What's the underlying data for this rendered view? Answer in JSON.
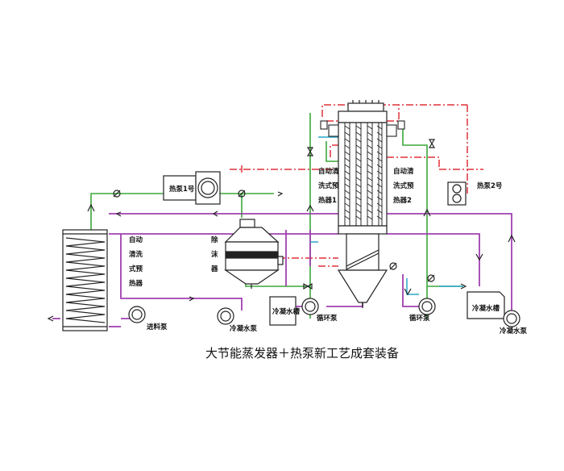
{
  "caption": "大节能蒸发器＋热泵新工艺成套装备",
  "labels": {
    "heat_pump_1": "热泵1号",
    "heat_pump_2": "热泵2号",
    "auto_clean_left_1": "自动",
    "auto_clean_left_2": "清洗",
    "auto_clean_left_3": "式预",
    "auto_clean_left_4": "热器",
    "auto_clean_mid_1": "自动清",
    "auto_clean_mid_2": "洗式预",
    "auto_clean_mid_3": "热器1",
    "auto_clean_right_1": "自动清",
    "auto_clean_right_2": "洗式预",
    "auto_clean_right_3": "热器2",
    "defoamer_1": "除",
    "defoamer_2": "沫",
    "defoamer_3": "器",
    "feed_pump": "进料泵",
    "condensate_pump_left": "冷凝水泵",
    "condensate_tank_left": "冷凝水槽",
    "circulation_pump_left": "循环泵",
    "circulation_pump_right": "循环泵",
    "condensate_tank_right": "冷凝水槽",
    "condensate_pump_right": "冷凝水泵"
  },
  "colors": {
    "outline": "#222222",
    "steam_line": "#e0303a",
    "liquid_line": "#a040b0",
    "water_line": "#3aa83a",
    "cooling_line": "#2aa6c8"
  }
}
